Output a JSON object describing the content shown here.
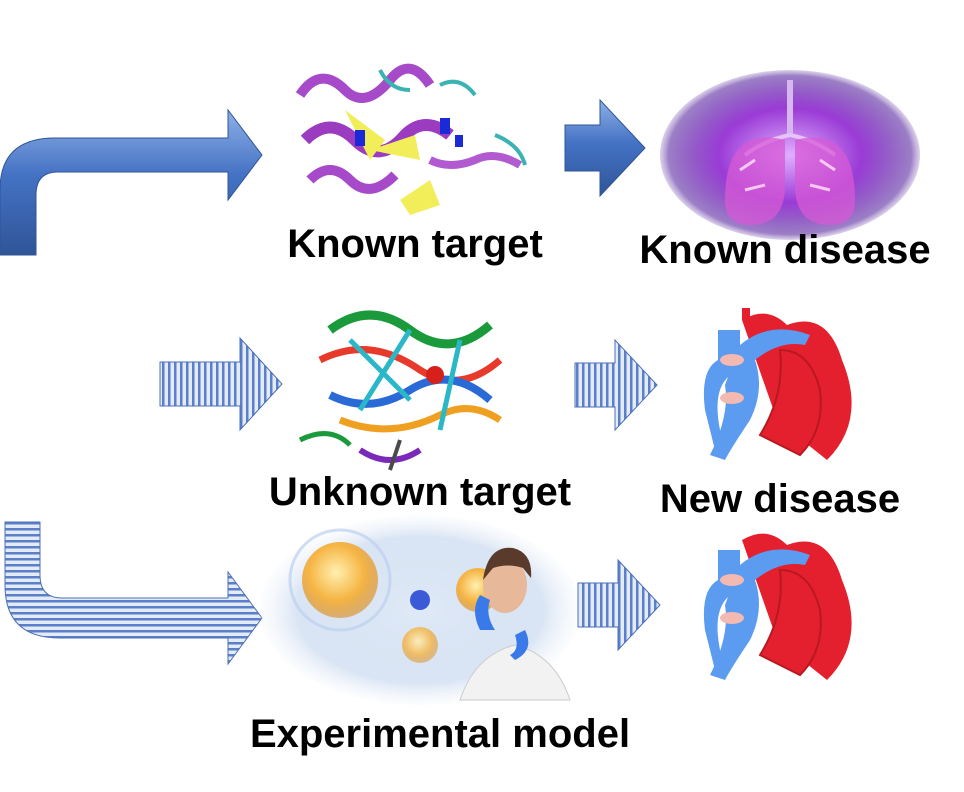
{
  "rows": [
    {
      "target_label": "Known target",
      "disease_label": "Known disease"
    },
    {
      "target_label": "Unknown target",
      "disease_label": "New disease"
    },
    {
      "target_label": "Experimental model"
    }
  ],
  "icons": {
    "row1_target": "protein-structure-icon",
    "row1_disease": "lungs-icon",
    "row2_target": "protein-ribbon-icon",
    "row2_disease": "heart-icon",
    "row3_target": "scientist-cells-icon",
    "row3_disease": "heart-icon"
  },
  "colors": {
    "solid_arrow": "#4472C4",
    "striped_arrow_light": "#dce6f6",
    "striped_arrow_dark": "#5b7fc8",
    "text": "#000000"
  }
}
